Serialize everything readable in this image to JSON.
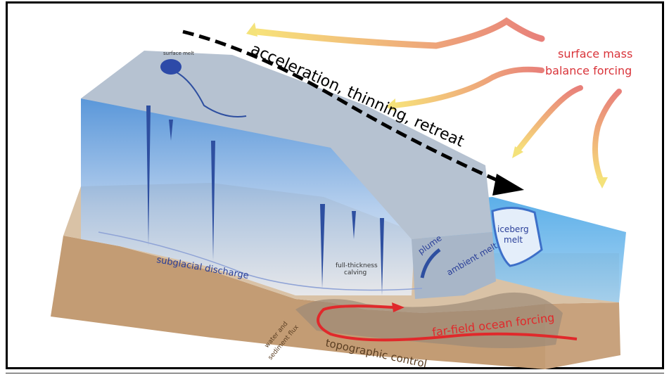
{
  "labels": {
    "surface_melt": "surface melt",
    "acceleration": "acceleration, thinning, retreat",
    "smb_line1": "surface mass",
    "smb_line2": "balance forcing",
    "subglacial": "subglacial discharge",
    "calving_line1": "full-thickness",
    "calving_line2": "calving",
    "plume": "plume",
    "ambient": "ambient melt",
    "iceberg_line1": "iceberg",
    "iceberg_line2": "melt",
    "water_line1": "water and",
    "water_line2": "sediment flux",
    "farfield": "far-field ocean forcing",
    "topo": "topographic control"
  },
  "colors": {
    "ice_top": "#b4c0cf",
    "ice_face": "#3f86d2",
    "water": "#5eaee6",
    "ground": "#c7a27a",
    "ocean_forcing": "#e0292b",
    "smb_text": "#d9343a",
    "blue_text": "#2a3f99"
  }
}
